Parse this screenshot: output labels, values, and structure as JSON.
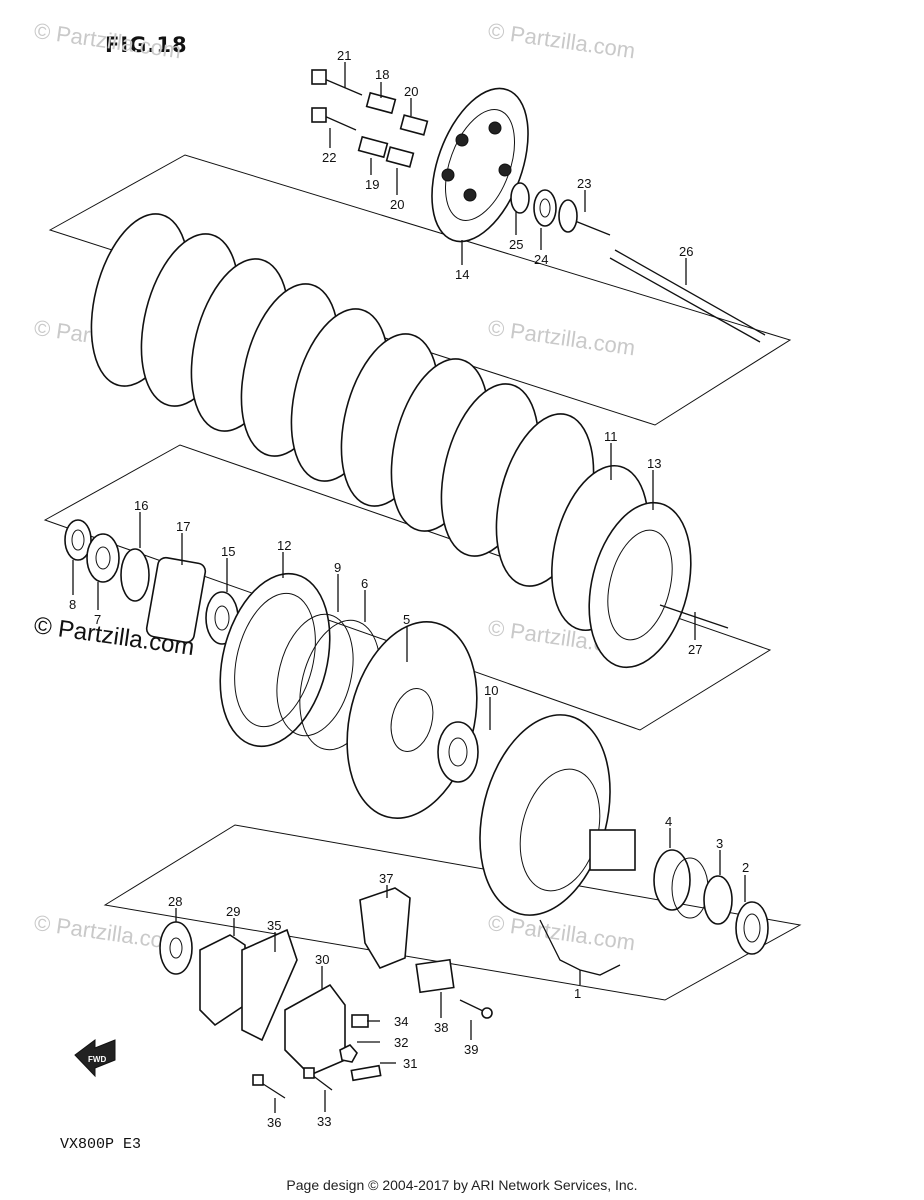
{
  "figure_title": "FIG.18",
  "model_code": "VX800P E3",
  "footer_text": "Page design © 2004-2017 by ARI Network Services, Inc.",
  "watermark_text": "© Partzilla.com",
  "fwd_arrow_label": "FWD",
  "callouts": [
    "1",
    "2",
    "3",
    "4",
    "5",
    "6",
    "7",
    "8",
    "9",
    "10",
    "11",
    "12",
    "13",
    "14",
    "15",
    "16",
    "17",
    "18",
    "19",
    "20",
    "20",
    "21",
    "22",
    "23",
    "24",
    "25",
    "26",
    "27",
    "28",
    "29",
    "30",
    "31",
    "32",
    "33",
    "34",
    "35",
    "36",
    "37",
    "38",
    "39"
  ]
}
